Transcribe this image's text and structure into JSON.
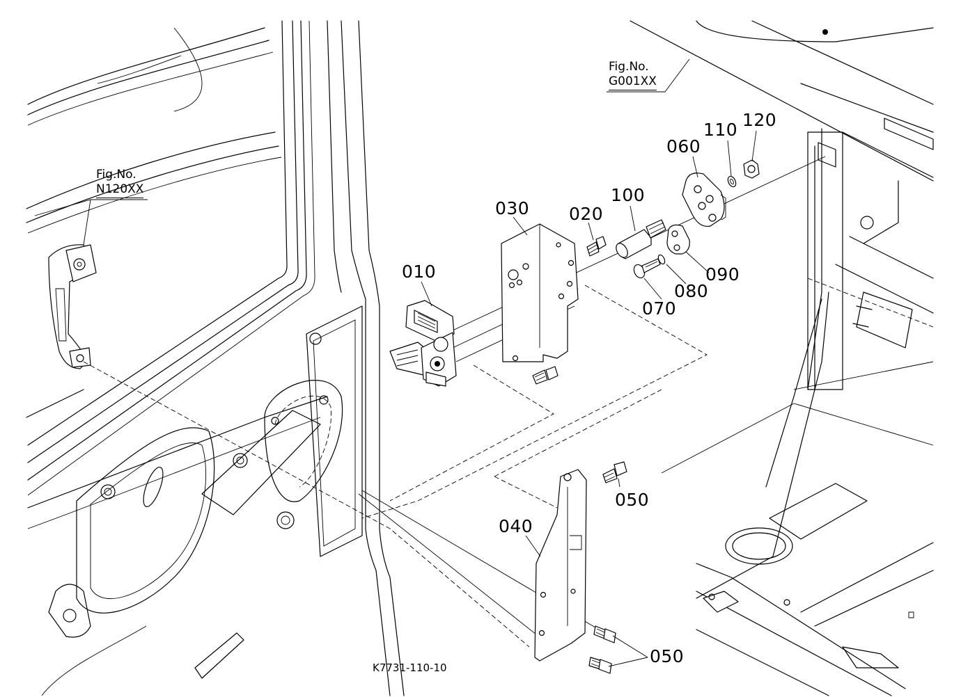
{
  "figure_refs": [
    {
      "line1": "Fig.No.",
      "line2": "G001XX"
    },
    {
      "line1": "Fig.No.",
      "line2": "N120XX"
    }
  ],
  "part_numbers": [
    "010",
    "020",
    "030",
    "040",
    "050",
    "050",
    "060",
    "070",
    "080",
    "090",
    "100",
    "110",
    "120"
  ],
  "drawing_code": "K7731-110-10"
}
